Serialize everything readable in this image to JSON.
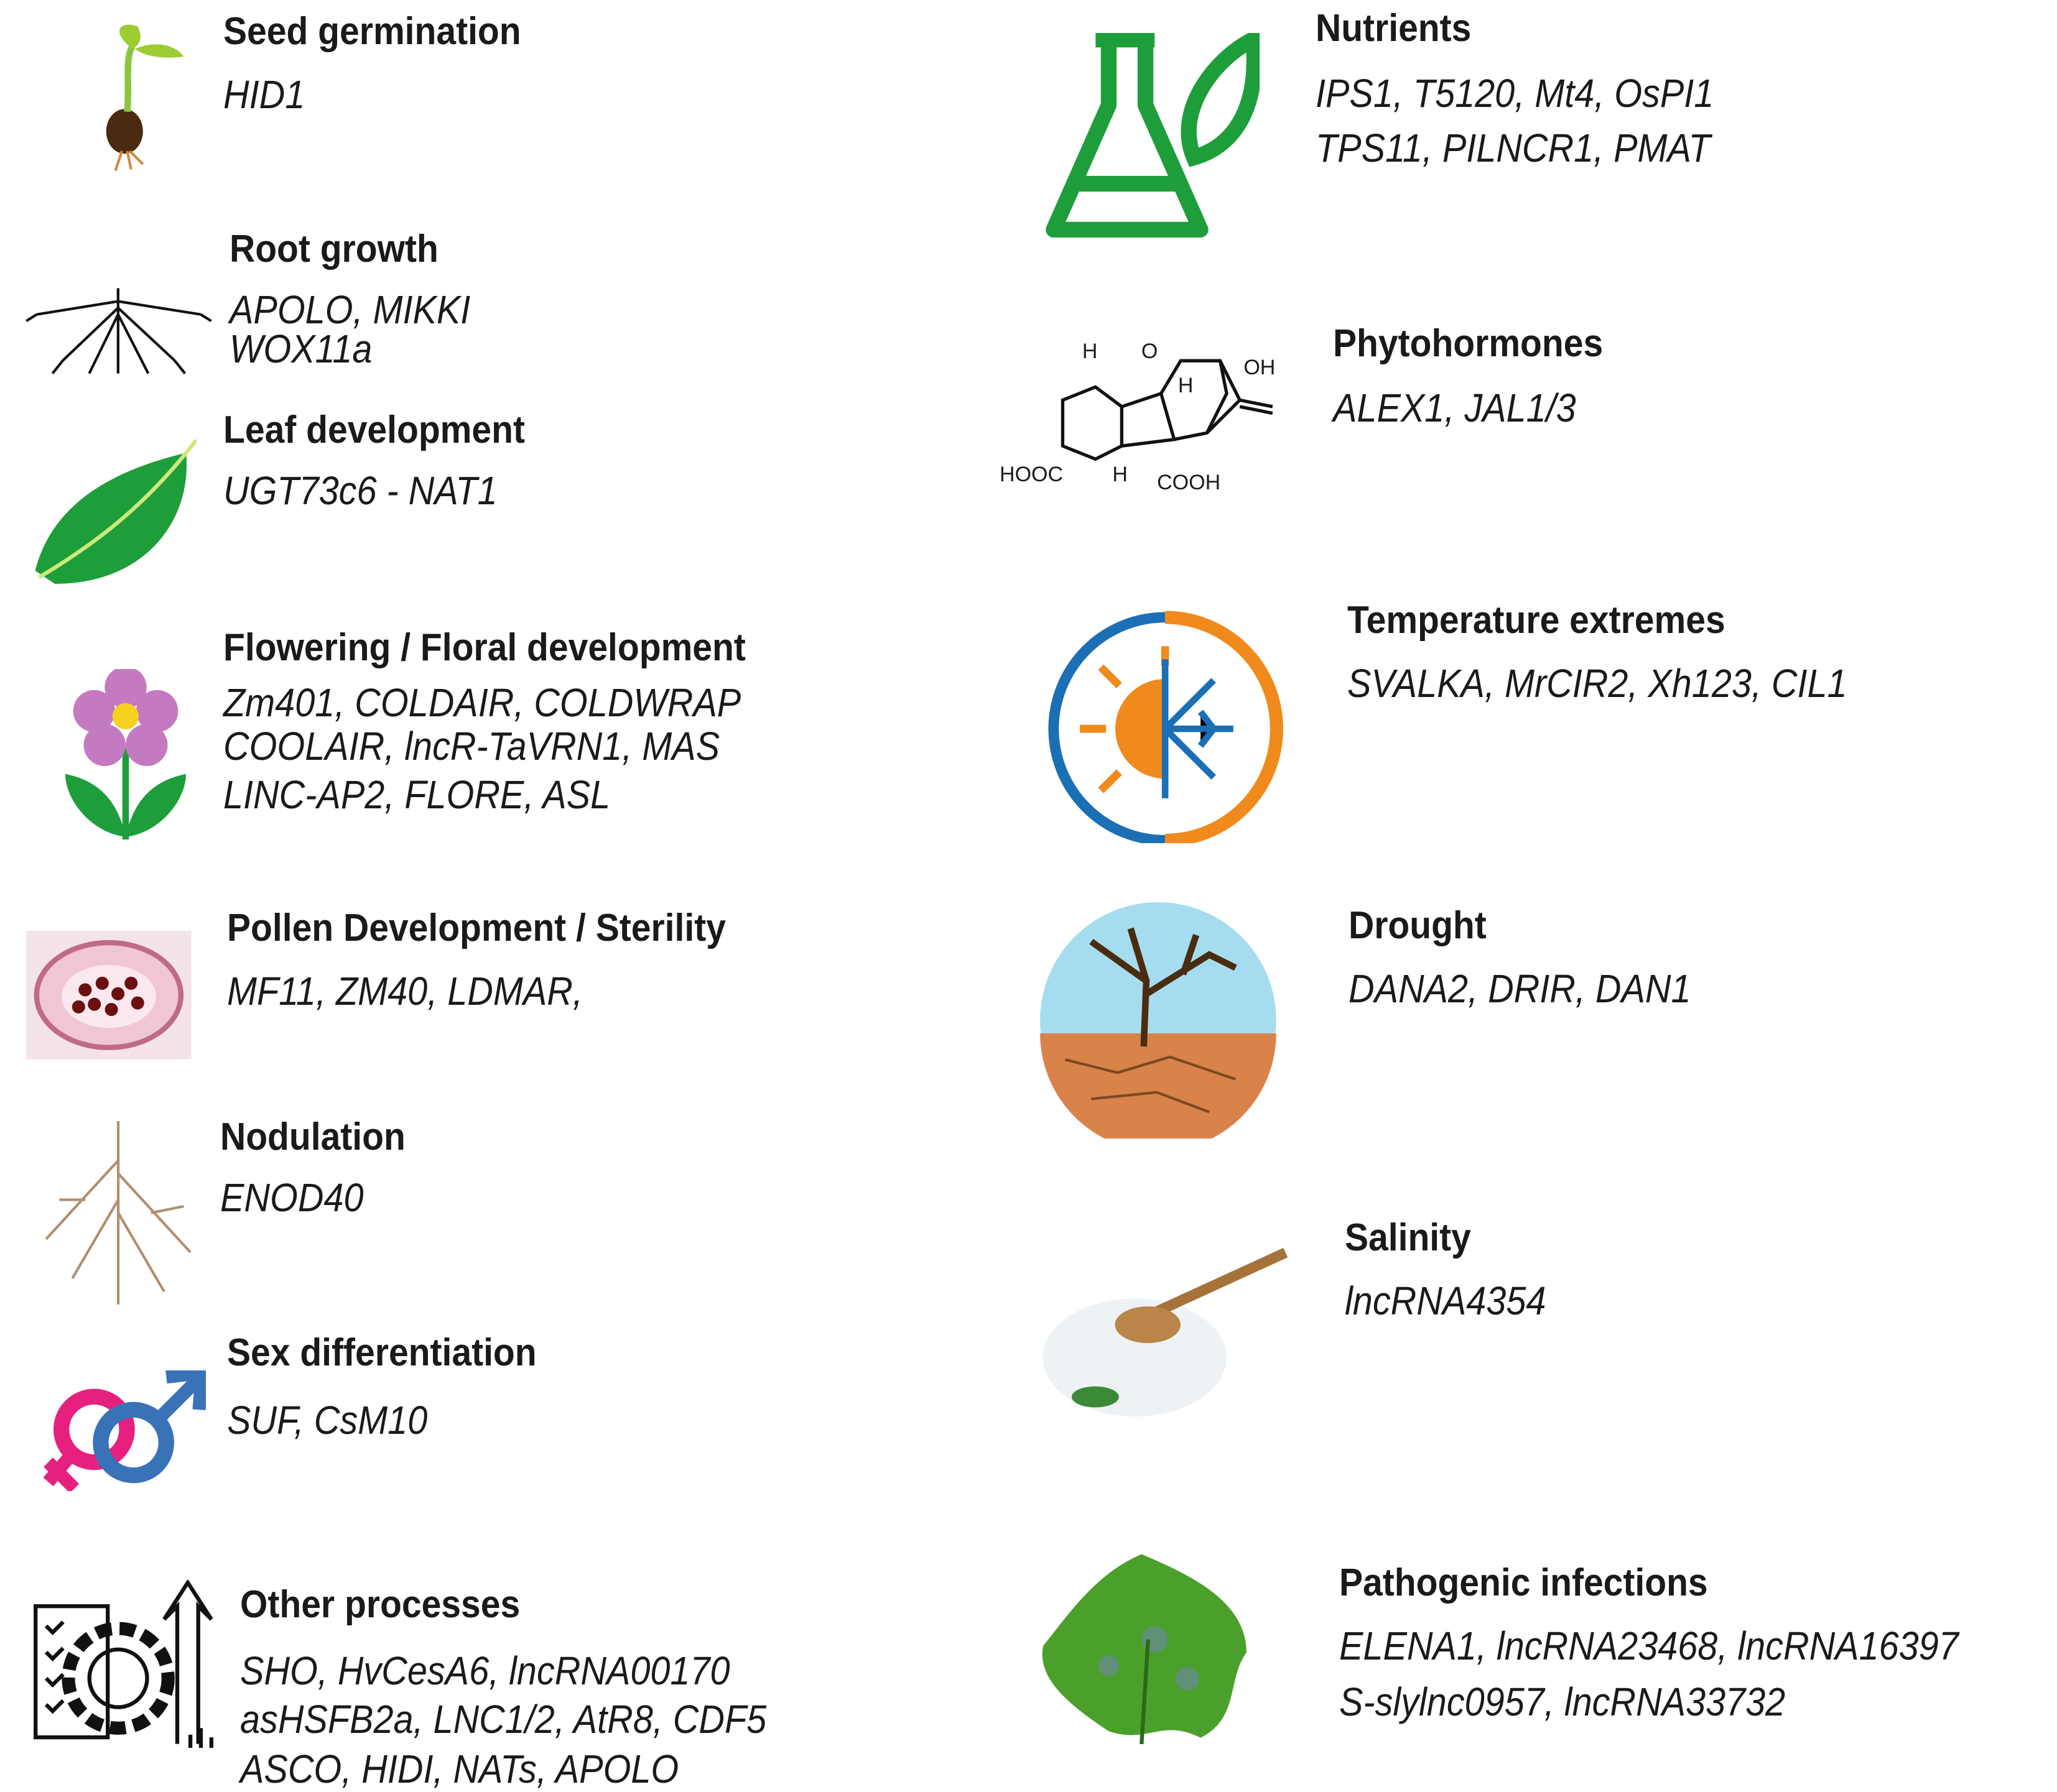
{
  "left": [
    {
      "title": "Seed germination",
      "genes": [
        "HID1"
      ],
      "icon": "seedling-icon"
    },
    {
      "title": "Root growth",
      "genes": [
        "APOLO, MIKKI",
        "WOX11a"
      ],
      "icon": "roots-icon"
    },
    {
      "title": "Leaf development",
      "genes": [
        "UGT73c6 - NAT1"
      ],
      "icon": "leaf-icon"
    },
    {
      "title": "Flowering / Floral development",
      "genes": [
        "Zm401, COLDAIR, COLDWRAP",
        "COOLAIR, lncR-TaVRN1, MAS",
        "LINC-AP2, FLORE, ASL"
      ],
      "icon": "flower-icon"
    },
    {
      "title": "Pollen Development / Sterility",
      "genes": [
        "MF11, ZM40, LDMAR,"
      ],
      "icon": "pollen-micrograph-icon"
    },
    {
      "title": "Nodulation",
      "genes": [
        "ENOD40"
      ],
      "icon": "taproot-icon"
    },
    {
      "title": "Sex differentiation",
      "genes": [
        "SUF, CsM10"
      ],
      "icon": "gender-symbols-icon"
    },
    {
      "title": "Other processes",
      "genes": [
        "SHO, HvCesA6, lncRNA00170",
        "asHSFB2a, LNC1/2, AtR8, CDF5",
        "ASCO, HIDI, NATs, APOLO"
      ],
      "icon": "gear-process-icon"
    }
  ],
  "right": [
    {
      "title": "Nutrients",
      "genes": [
        "IPS1, T5120, Mt4, OsPI1",
        "TPS11, PILNCR1, PMAT"
      ],
      "icon": "flask-leaf-icon"
    },
    {
      "title": "Phytohormones",
      "genes": [
        "ALEX1, JAL1/3"
      ],
      "icon": "gibberellin-structure-icon"
    },
    {
      "title": "Temperature extremes",
      "genes": [
        "SVALKA, MrCIR2, Xh123, CIL1"
      ],
      "icon": "sun-snowflake-icon"
    },
    {
      "title": "Drought",
      "genes": [
        "DANA2, DRIR, DAN1"
      ],
      "icon": "dry-tree-icon"
    },
    {
      "title": "Salinity",
      "genes": [
        "lncRNA4354"
      ],
      "icon": "salt-spoon-icon"
    },
    {
      "title": "Pathogenic infections",
      "genes": [
        "ELENA1, lncRNA23468, lncRNA16397",
        "S-slylnc0957, lncRNA33732"
      ],
      "icon": "infected-leaf-icon"
    }
  ],
  "structure_labels": [
    "H",
    "O",
    "OH",
    "H",
    "HOOC",
    "H",
    "COOH"
  ],
  "colors": {
    "green": "#1e9e3a",
    "orange": "#f08a1c",
    "blue": "#1a6fb5",
    "pink": "#e6207e",
    "sky": "#a6dcef",
    "soil": "#d9824a"
  }
}
